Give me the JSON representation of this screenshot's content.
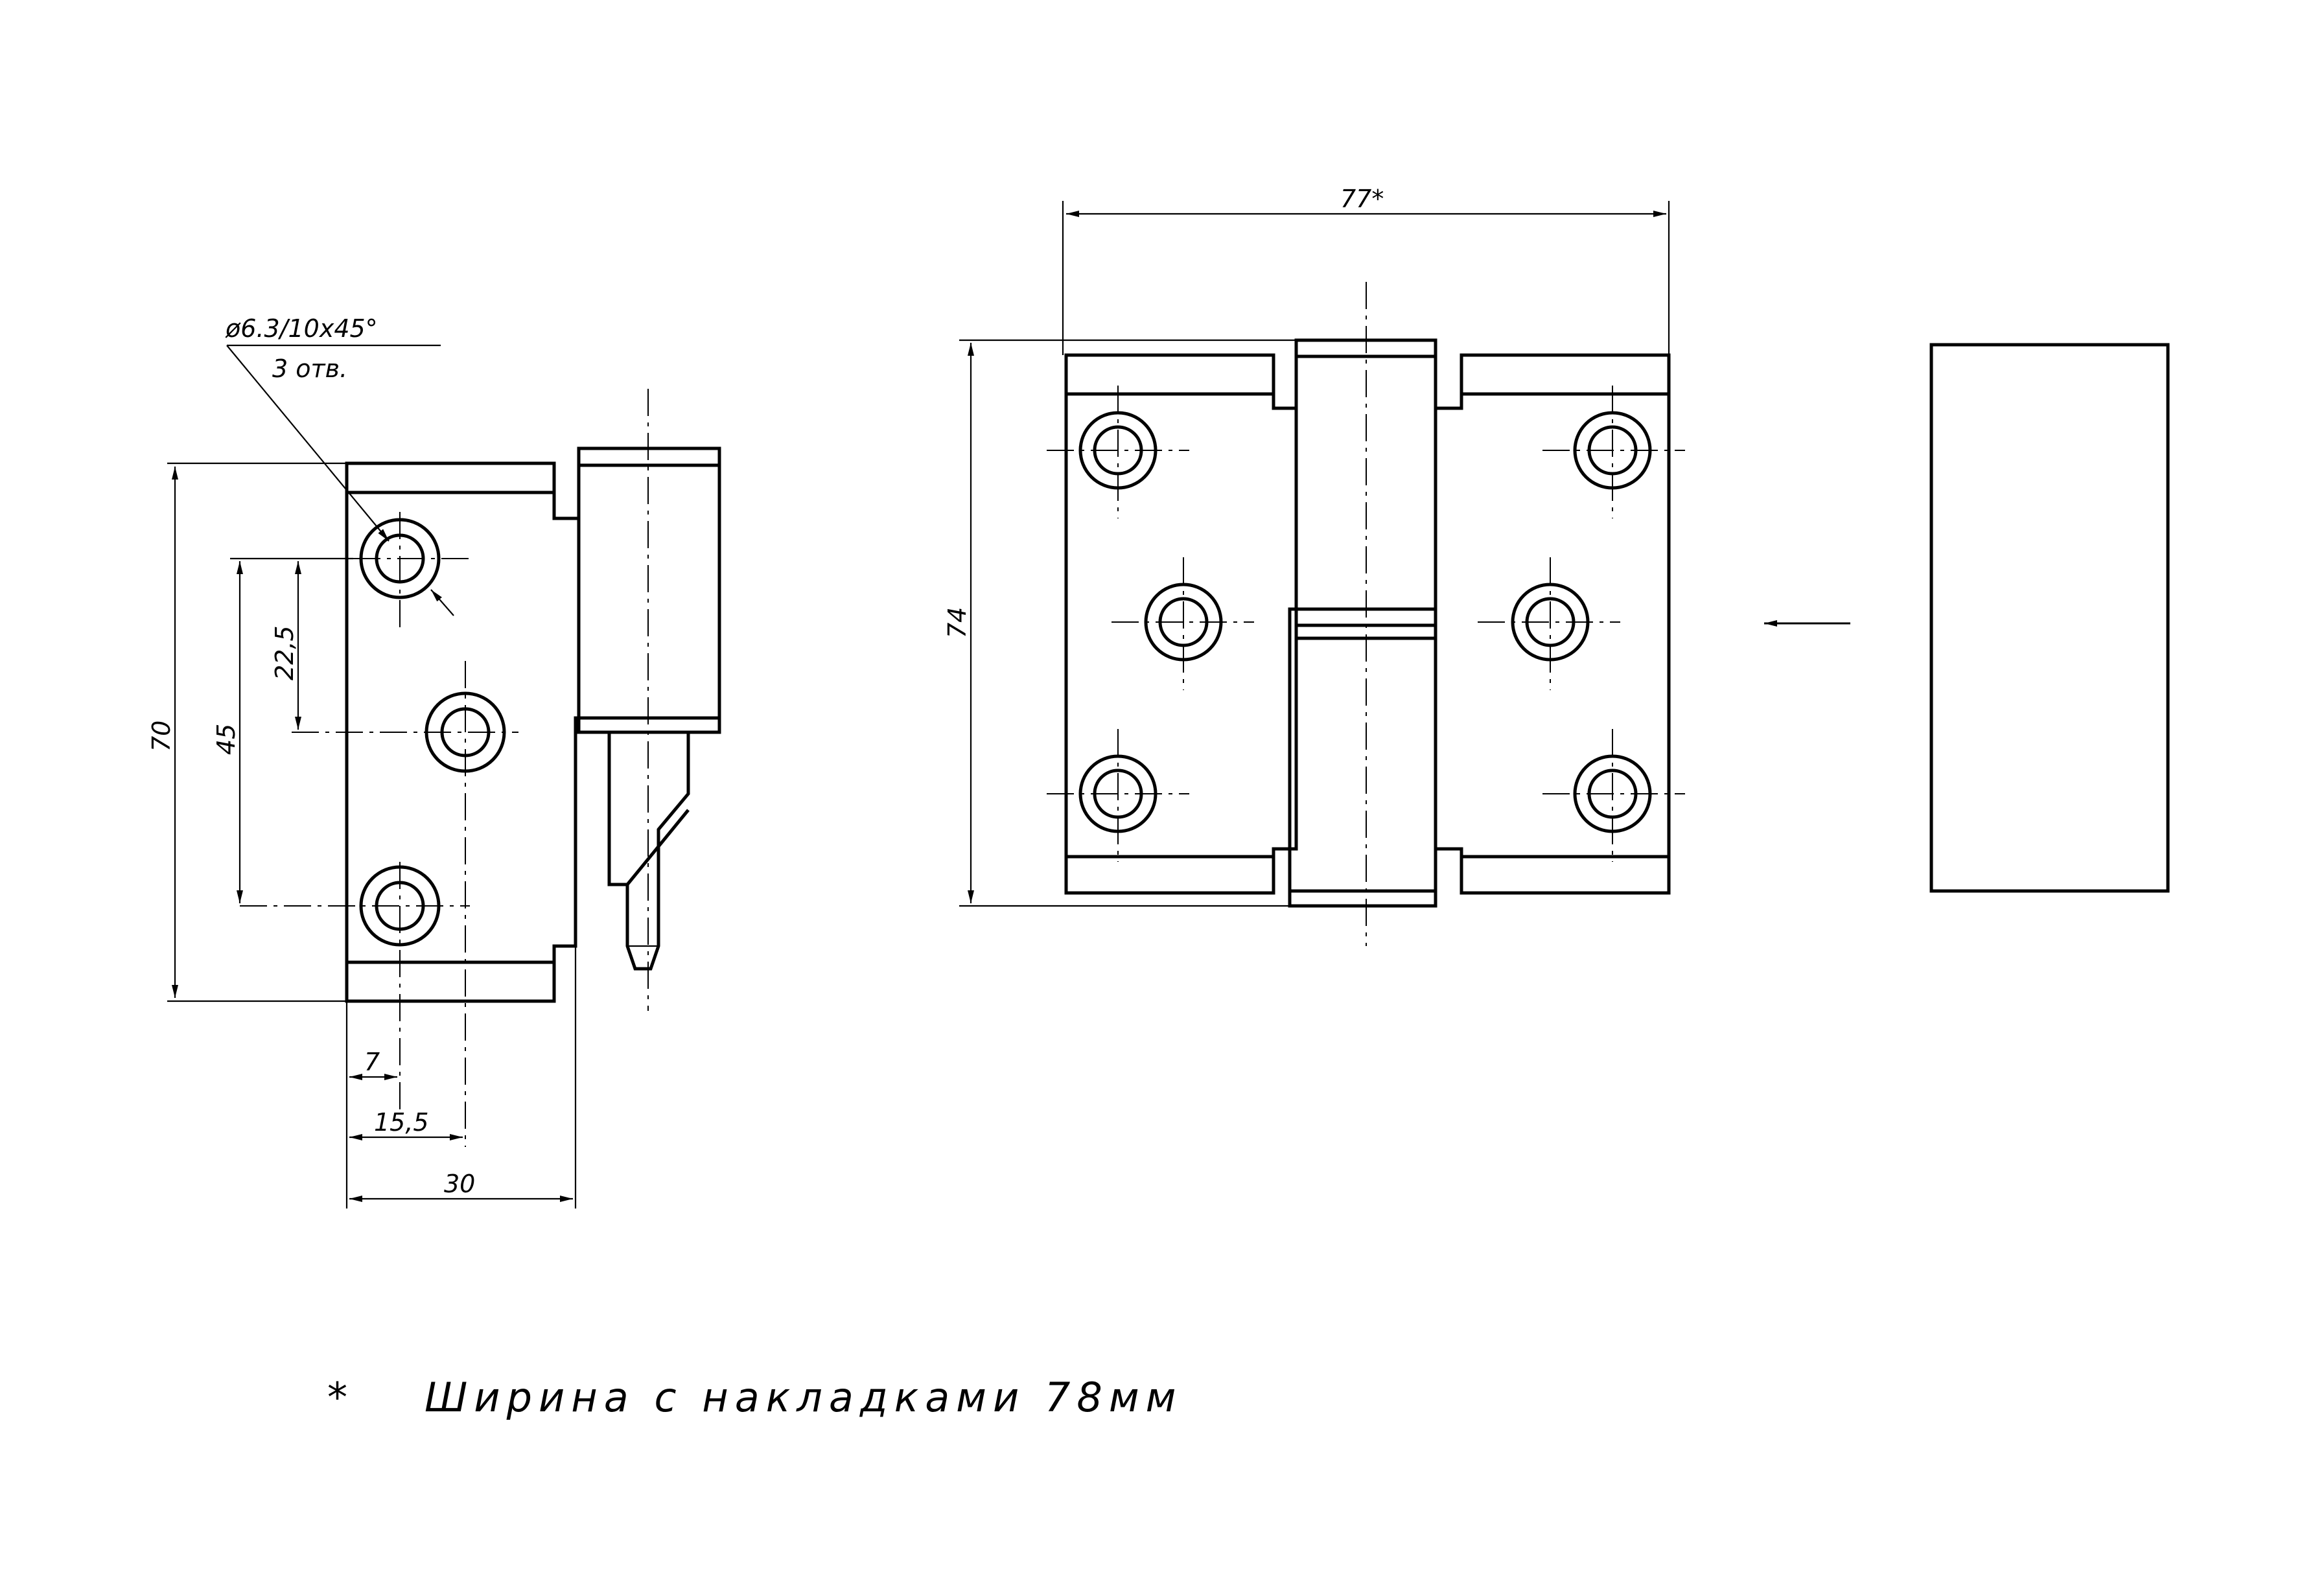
{
  "side_view": {
    "hole_callout": "ø6.3/10x45°",
    "hole_count": "3 отв.",
    "dim_height": "70",
    "dim_pitch": "45",
    "dim_offset": "22,5",
    "dim_edge": "7",
    "dim_center": "15,5",
    "dim_width": "30"
  },
  "front_view": {
    "dim_width": "77*",
    "dim_height": "74"
  },
  "note": {
    "symbol": "*",
    "text": "Ширина с накладками 78мм"
  }
}
